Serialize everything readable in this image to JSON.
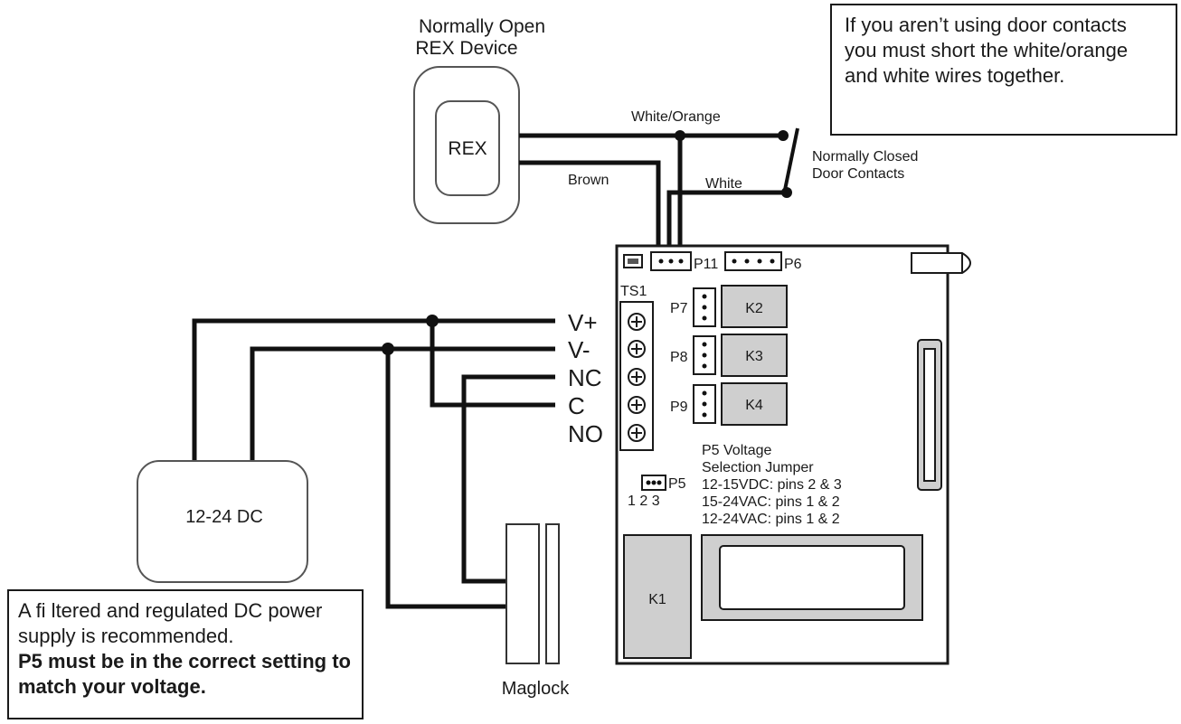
{
  "rex": {
    "title_line1": "Normally Open",
    "title_line2": "REX Device",
    "label": "REX"
  },
  "wires": {
    "white_orange": "White/Orange",
    "brown": "Brown",
    "white": "White"
  },
  "door_contacts": {
    "line1": "Normally Closed",
    "line2": "Door Contacts"
  },
  "top_note": "If you aren’t using door contacts you must short the white/orange and white wires together.",
  "board": {
    "p11": "P11",
    "p6": "P6",
    "ts1": "TS1",
    "p7": "P7",
    "p8": "P8",
    "p9": "P9",
    "k2": "K2",
    "k3": "K3",
    "k4": "K4",
    "k1": "K1",
    "p5": "P5",
    "p5_pins": "1 2 3",
    "p5_info": [
      "P5 Voltage",
      "Selection Jumper",
      "12-15VDC: pins 2 & 3",
      "15-24VAC: pins 1 & 2",
      "12-24VAC: pins 1 & 2"
    ]
  },
  "terminals": [
    "V+",
    "V-",
    "NC",
    "C",
    "NO"
  ],
  "power_supply": "12-24 DC",
  "maglock": "Maglock",
  "bottom_note": {
    "text": "A fi ltered and regulated DC power supply is recommended.",
    "bold": "P5 must be in the correct setting to match your voltage."
  },
  "colors": {
    "wire": "#111111",
    "relay_fill": "#cfcfcf",
    "outline": "#1a1a1a"
  }
}
